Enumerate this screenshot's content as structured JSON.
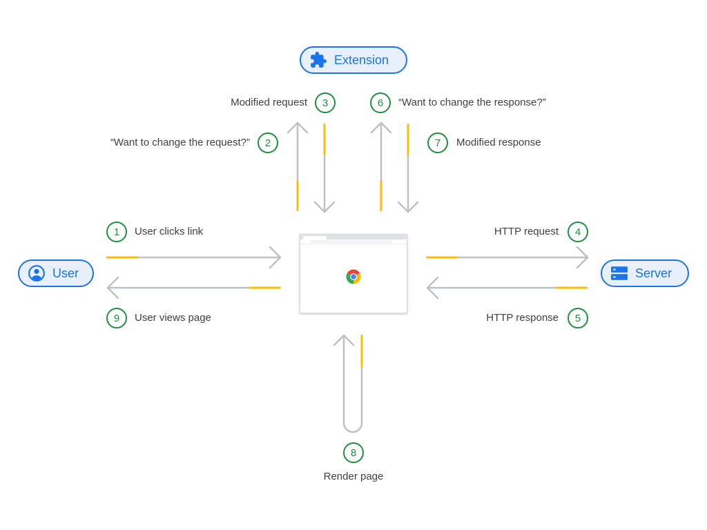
{
  "nodes": {
    "extension": {
      "label": "Extension",
      "icon": "puzzle-piece-icon"
    },
    "user": {
      "label": "User",
      "icon": "account-circle-icon"
    },
    "server": {
      "label": "Server",
      "icon": "server-icon"
    },
    "browser": {
      "icon": "chrome-logo-icon"
    }
  },
  "steps": [
    {
      "number": "1",
      "label": "User clicks link"
    },
    {
      "number": "2",
      "label": "“Want to change the request?”"
    },
    {
      "number": "3",
      "label": "Modified request"
    },
    {
      "number": "4",
      "label": "HTTP request"
    },
    {
      "number": "5",
      "label": "HTTP response"
    },
    {
      "number": "6",
      "label": "“Want to change the response?”"
    },
    {
      "number": "7",
      "label": "Modified response"
    },
    {
      "number": "8",
      "label": "Render page"
    },
    {
      "number": "9",
      "label": "User views page"
    }
  ],
  "colors": {
    "arrow": "#bdc1c6",
    "accent": "#fbbc04",
    "step": "#1e8e3e",
    "node": "#1a73e8",
    "node_fill": "#e8f0fe"
  }
}
